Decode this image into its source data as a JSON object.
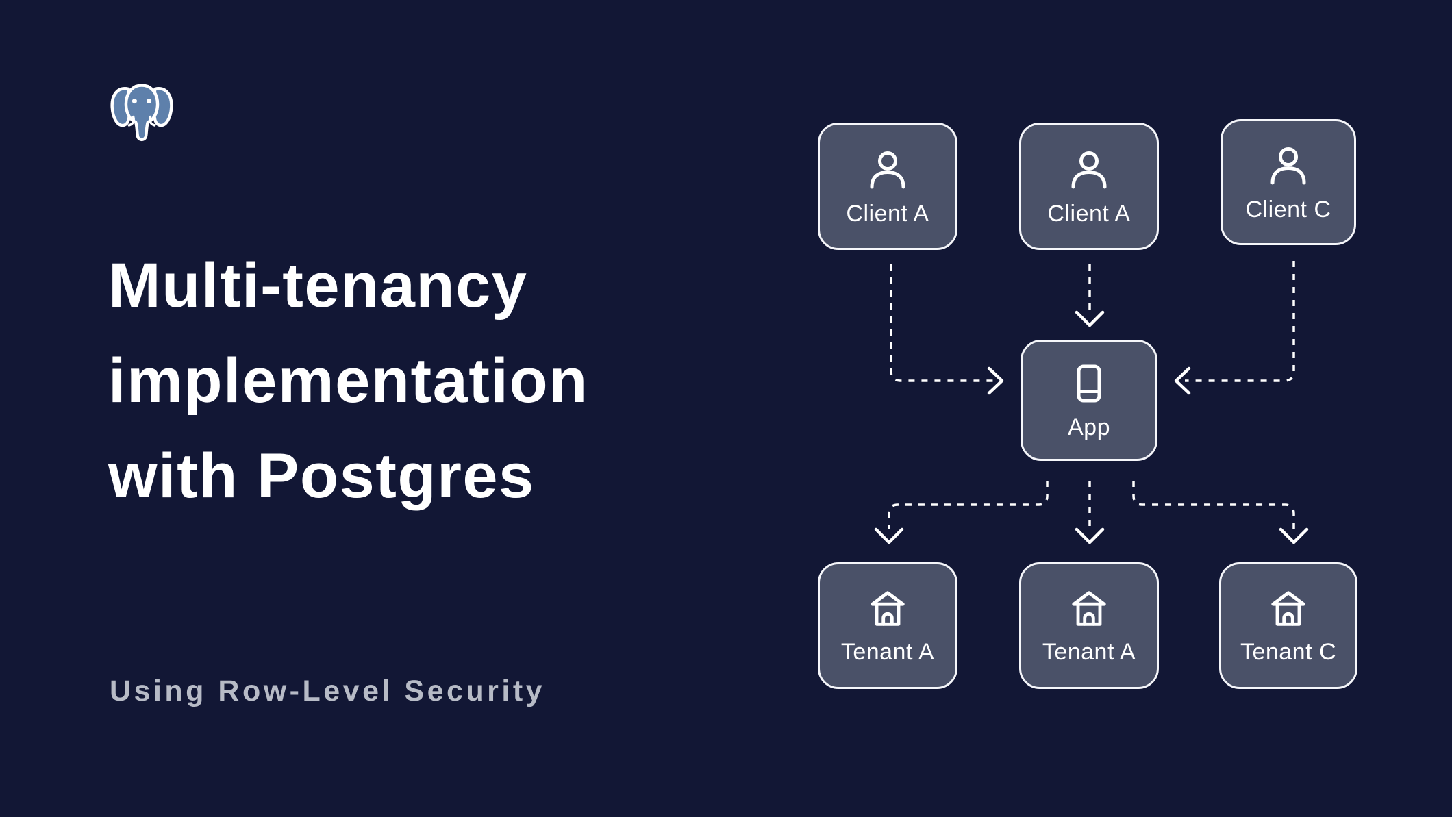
{
  "colors": {
    "background": "#121735",
    "node_fill": "#4A5168",
    "node_border": "#F5F6FA",
    "title": "#FFFFFF",
    "subtitle": "#B7BBC6",
    "arrow": "#FFFFFF",
    "logo_blue": "#5E80AB"
  },
  "title": {
    "line1": "Multi-tenancy",
    "line2": "implementation",
    "line3": "with Postgres"
  },
  "subtitle": "Using Row-Level Security",
  "icons": {
    "logo": "postgresql-elephant-logo",
    "client": "user-icon",
    "app": "smartphone-icon",
    "tenant": "house-icon"
  },
  "diagram": {
    "clients": [
      {
        "label": "Client A"
      },
      {
        "label": "Client A"
      },
      {
        "label": "Client C"
      }
    ],
    "app": {
      "label": "App"
    },
    "tenants": [
      {
        "label": "Tenant A"
      },
      {
        "label": "Tenant A"
      },
      {
        "label": "Tenant C"
      }
    ]
  }
}
